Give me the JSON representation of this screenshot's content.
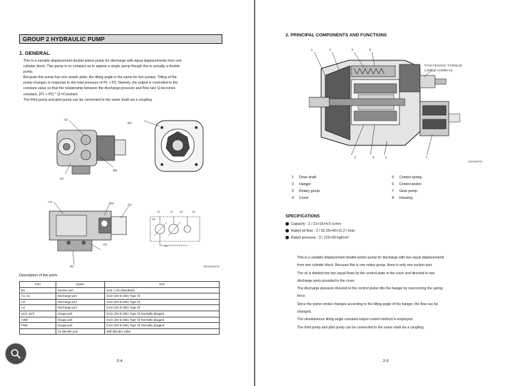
{
  "left": {
    "header": "GROUP 2 HYDRAULIC PUMP",
    "general_title": "1. GENERAL",
    "paragraphs": [
      "This is a variable displacement double-piston pump for discharge with equal displacements from one",
      "cylinder block. This pump is so compact as to appear a single pump though this is actually a double",
      "pump.",
      "Because this pump has one swash plate, the tilting angle is the same for two pumps.  Tilting of the",
      "pump changes in response to the total pressure of P1 + P2.  Namely, the output is controlled to the",
      "constant value so that the relationship between the discharge pressure and flow rate Q becomes",
      "constant, (P1 + P2) * Q =Constant.",
      "The third pump and pilot pump can be connected to the same shaft via a coupling."
    ],
    "figure_labels": {
      "a2": "A2",
      "a1": "A1",
      "b1": "B1",
      "b3": "B3",
      "a3": "A3",
      "b3b": "B3",
      "a4": "A4",
      "a5": "A5",
      "b1b": "B1",
      "ps": "PS",
      "code": "29DOAHMP02"
    },
    "schematic_labels": [
      "A2",
      "A1",
      "A3",
      "A4",
      "B1",
      "B3"
    ],
    "table_caption": "Description of the ports",
    "table_headers": [
      "Port",
      "Name",
      "Size"
    ],
    "table_rows": [
      [
        "B1",
        "Suction port",
        "SAE 1 1/2 (Standard)"
      ],
      [
        "A1, A2",
        "Discharge port",
        "G1/2 (JIS B 2351 Type O)"
      ],
      [
        "A3",
        "Discharge port",
        "G1/2 (JIS B 2351 Type O)"
      ],
      [
        "A4",
        "Discharge port",
        "G1/4 (JIS B 2351 Type O)"
      ],
      [
        "a1/2, a2/3",
        "Gauge port",
        "G1/4 (JIS B 2351 Type O) Normally plugged"
      ],
      [
        "A3/B",
        "Gauge port",
        "G1/4 (JIS B 2351 Type O) Normally plugged"
      ],
      [
        "Ps/B",
        "Gauge port",
        "G1/4 (JIS B 2351 Type O) Normally plugged"
      ],
      [
        "",
        "Air bleeder port",
        "With bleeder valve"
      ]
    ],
    "page_number": "2-4"
  },
  "right": {
    "title": "2. PRINCIPAL COMPONENTS AND FUNCTIONS",
    "torque_label": "TIGHTENING TORQUE",
    "torque_value": "1,000kgf·cm(98N·m)",
    "callouts_top": [
      "1",
      "2",
      "3",
      "8"
    ],
    "callouts_bottom": [
      "3",
      "5",
      "4",
      "7"
    ],
    "figure_code": "29D0HMP02",
    "legend": [
      {
        "n": "1",
        "name": "Drive shaft"
      },
      {
        "n": "2",
        "name": "Hanger"
      },
      {
        "n": "3",
        "name": "Rotary group"
      },
      {
        "n": "4",
        "name": "Cover"
      },
      {
        "n": "5",
        "name": "Control spring"
      },
      {
        "n": "6",
        "name": "Control piston"
      },
      {
        "n": "7",
        "name": "Gear pump"
      },
      {
        "n": "8",
        "name": "Housing"
      }
    ],
    "spec_title": "SPECIFICATIONS",
    "specs": [
      "Capacity : 2 / 21+16+4.5 cc/rev",
      "Rated oil flow : 2 / 52.25+40+11.2  l /min",
      "Rated pressure : 3 / 210+30 kgf/cm²"
    ],
    "paragraphs": [
      "This is a variable displacement double-piston pump for discharge with two equal displacements",
      "from one cylinder block. Because this is one rotary group, there is only one suction port.",
      "The oil is divided into two equal flows by the control plate in the cover and directed to two",
      "discharge ports provided in the cover.",
      "The discharge pressure directed to the control piston tilts the hanger by overcoming the spring",
      "force.",
      "Since the piston stroke changes according to the tilting angle of the hanger, the flow can be",
      "changed.",
      "The simultaneous tilting angle constant-output control method is employed.",
      "The third pump and pilot pump can be connected to the same shaft via a coupling."
    ],
    "page_number": "2-5"
  },
  "colors": {
    "page_bg": "#ffffff",
    "header_fill": "#d7d7d7",
    "divider": "#6a6a6a",
    "ink": "#111111"
  },
  "icons": {
    "search_thumb": "search-icon"
  }
}
